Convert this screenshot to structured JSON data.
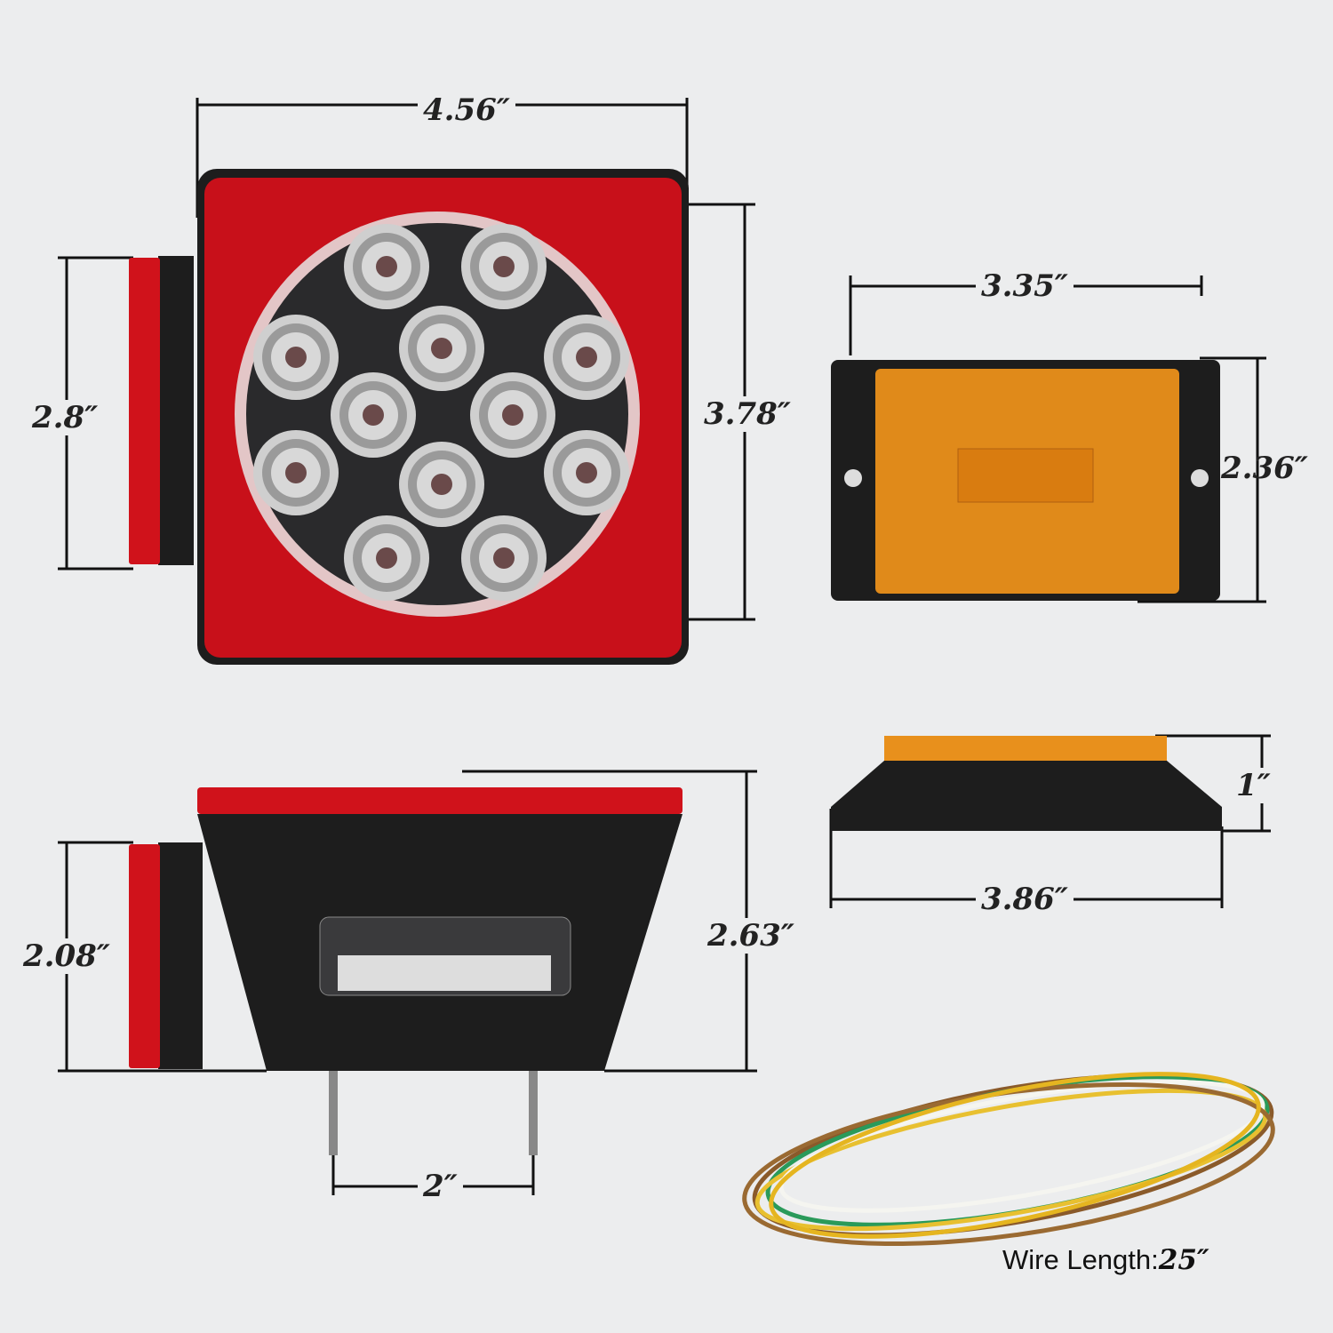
{
  "dimensions": {
    "tail_light_width": "4.56″",
    "tail_light_height": "3.78″",
    "side_reflector_height": "2.8″",
    "marker_width": "3.35″",
    "marker_height": "2.36″",
    "marker_depth": "1″",
    "marker_base_width": "3.86″",
    "tail_light_depth": "2.63″",
    "side_reflector_depth": "2.08″",
    "stud_spacing": "2″"
  },
  "wire": {
    "label": "Wire Length:",
    "value": "25″"
  },
  "colors": {
    "red": "#d0121b",
    "amber": "#e8901c",
    "housing": "#1d1d1d",
    "background": "#ecedee"
  }
}
